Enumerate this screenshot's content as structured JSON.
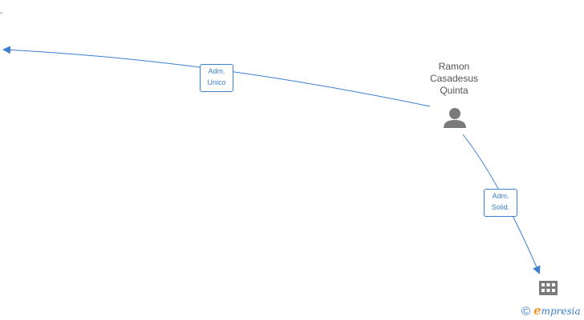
{
  "diagram": {
    "top_left_mark": "-",
    "person": {
      "name_lines": [
        "Ramon",
        "Casadesus",
        "Quinta"
      ],
      "icon": "person-icon",
      "color": "#7a7a7a"
    },
    "company": {
      "icon": "building-icon",
      "color": "#7a7a7a"
    },
    "edges": [
      {
        "label_lines": [
          "Adm.",
          "Unico"
        ],
        "color": "#3a7fd0"
      },
      {
        "label_lines": [
          "Adm.",
          "Solid."
        ],
        "color": "#3a7fd0"
      }
    ]
  },
  "watermark": {
    "copyright": "©",
    "brand_initial": "e",
    "brand_rest": "mpresia"
  }
}
